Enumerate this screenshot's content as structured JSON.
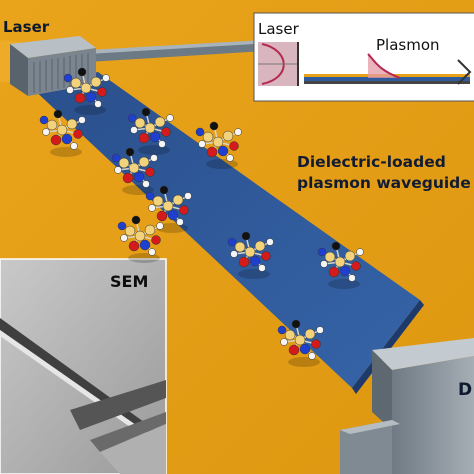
{
  "labels": {
    "laser": "Laser",
    "waveguide_line1": "Dielectric-loaded",
    "waveguide_line2": "plasmon waveguide",
    "sem": "SEM",
    "detector_partial": "D"
  },
  "inset": {
    "laser": "Laser",
    "plasmon": "Plasmon"
  },
  "colors": {
    "gold": "#e8a21a",
    "waveguide": "#2f5a9c",
    "inset_profile": "#b52850",
    "molecule_carbon": "#f2d27a",
    "molecule_nitrogen": "#1f3fd0",
    "molecule_oxygen": "#d41a1a",
    "molecule_hydrogen": "#f5f5f5"
  }
}
